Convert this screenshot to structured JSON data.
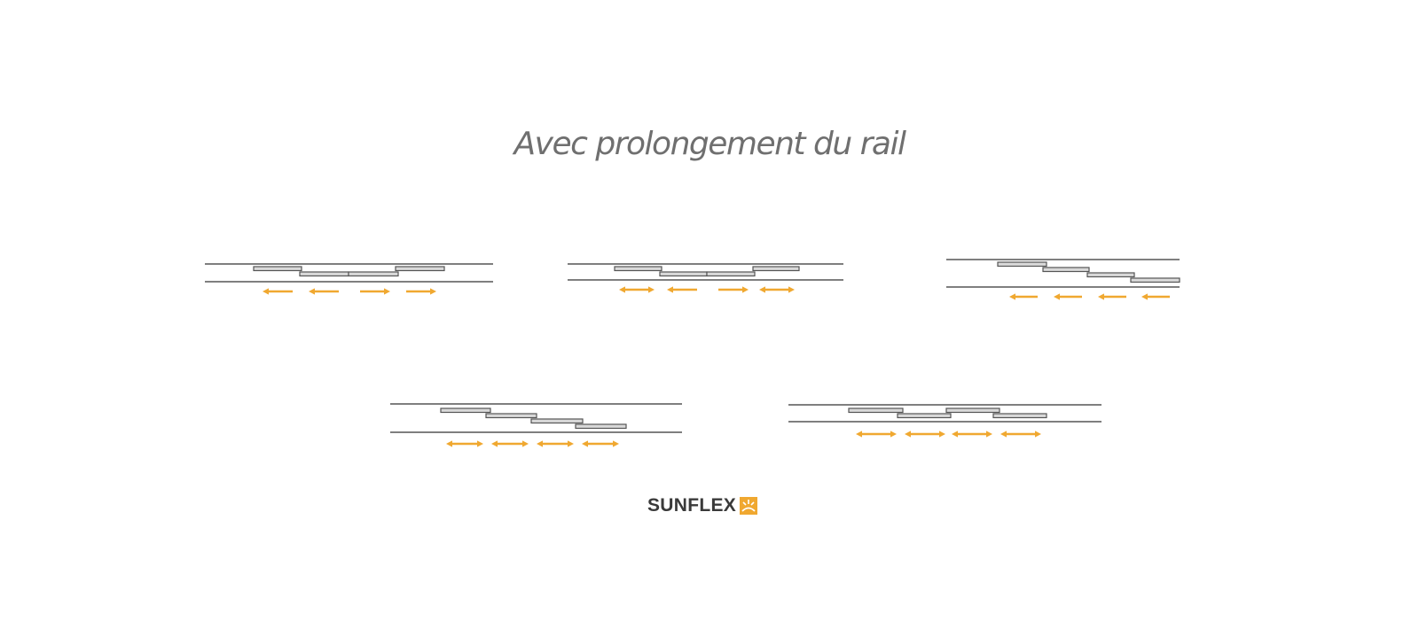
{
  "title": "Avec prolongement du rail",
  "brand": "SUNFLEX",
  "colors": {
    "arrow": "#f0a830",
    "rail": "#555555",
    "panel_fill": "#d9d9d9",
    "panel_stroke": "#555555",
    "title": "#6f6f6f",
    "logo_mark": "#f0a830"
  },
  "diagrams": [
    {
      "id": "config-1",
      "opening": "split-center",
      "panels": 4,
      "arrows": [
        "left",
        "left",
        "right",
        "right"
      ]
    },
    {
      "id": "config-2",
      "opening": "split-center",
      "panels": 4,
      "arrows": [
        "both",
        "left",
        "right",
        "both"
      ]
    },
    {
      "id": "config-3",
      "opening": "stacked-one-side",
      "panels": 4,
      "arrows": [
        "left",
        "left",
        "left",
        "left"
      ]
    },
    {
      "id": "config-4",
      "opening": "stacked-one-side",
      "panels": 4,
      "arrows": [
        "both",
        "both",
        "both",
        "both"
      ]
    },
    {
      "id": "config-5",
      "opening": "alternating",
      "panels": 4,
      "arrows": [
        "both",
        "both",
        "both",
        "both"
      ]
    }
  ]
}
